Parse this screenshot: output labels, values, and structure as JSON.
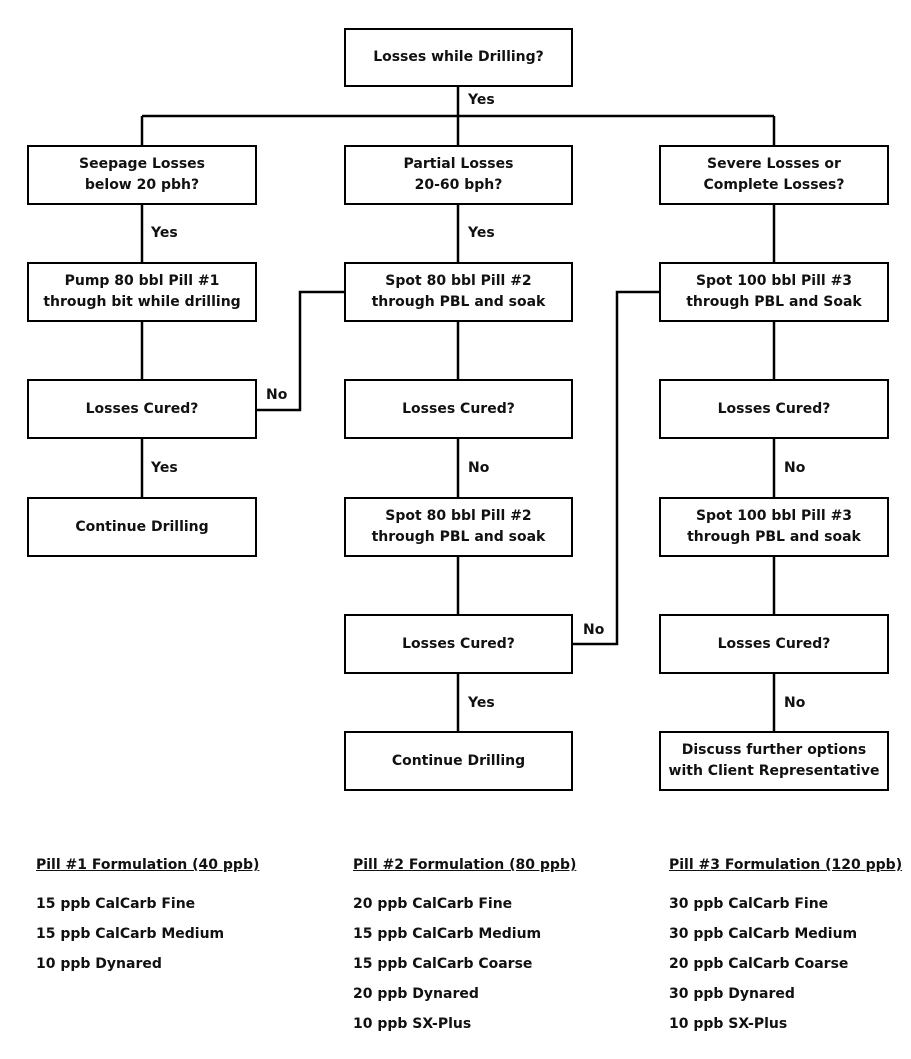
{
  "flow": {
    "start": "Losses while Drilling?",
    "start_yes": "Yes",
    "left": {
      "question_line1": "Seepage Losses",
      "question_line2": "below 20 pbh?",
      "yes1": "Yes",
      "action_line1": "Pump 80 bbl Pill #1",
      "action_line2": "through bit while drilling",
      "check": "Losses Cured?",
      "no": "No",
      "yes2": "Yes",
      "end": "Continue Drilling"
    },
    "middle": {
      "question_line1": "Partial Losses",
      "question_line2": "20-60 bph?",
      "yes1": "Yes",
      "action_line1": "Spot 80 bbl Pill #2",
      "action_line2": "through PBL and soak",
      "check1": "Losses Cured?",
      "no1": "No",
      "action2_line1": "Spot 80 bbl Pill #2",
      "action2_line2": "through PBL and soak",
      "check2": "Losses Cured?",
      "no2": "No",
      "yes2": "Yes",
      "end": "Continue Drilling"
    },
    "right": {
      "question_line1": "Severe Losses or",
      "question_line2": "Complete Losses?",
      "action_line1": "Spot 100 bbl Pill #3",
      "action_line2": "through PBL and Soak",
      "check1": "Losses Cured?",
      "no1": "No",
      "action2_line1": "Spot 100 bbl Pill #3",
      "action2_line2": "through PBL and soak",
      "check2": "Losses Cured?",
      "no2": "No",
      "end_line1": "Discuss further options",
      "end_line2": "with Client Representative"
    }
  },
  "formulations": [
    {
      "title": "Pill #1 Formulation (40 ppb)",
      "items": [
        "15 ppb CalCarb Fine",
        "15 ppb CalCarb Medium",
        "10 ppb Dynared"
      ]
    },
    {
      "title": "Pill #2 Formulation (80 ppb)",
      "items": [
        "20 ppb CalCarb Fine",
        "15 ppb CalCarb Medium",
        "15 ppb CalCarb Coarse",
        "20 ppb Dynared",
        "10 ppb SX-Plus"
      ]
    },
    {
      "title": "Pill #3 Formulation (120 ppb)",
      "items": [
        "30 ppb CalCarb Fine",
        "30 ppb CalCarb Medium",
        "20 ppb CalCarb Coarse",
        "30 ppb Dynared",
        "10 ppb SX-Plus"
      ]
    }
  ]
}
